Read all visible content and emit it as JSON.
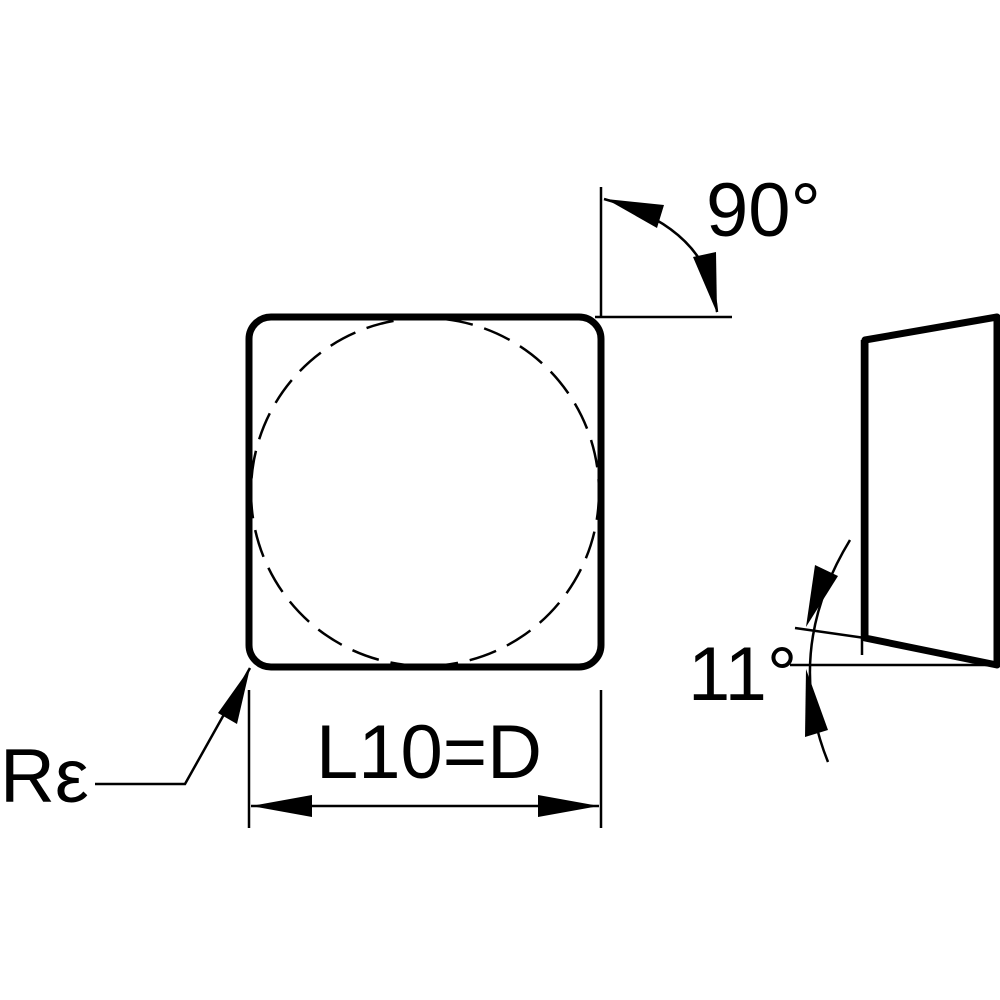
{
  "labels": {
    "angle_top": "90°",
    "angle_side": "11°",
    "length": "L10=D",
    "corner_radius": "Rε"
  },
  "colors": {
    "line": "#000000",
    "background": "#ffffff"
  }
}
